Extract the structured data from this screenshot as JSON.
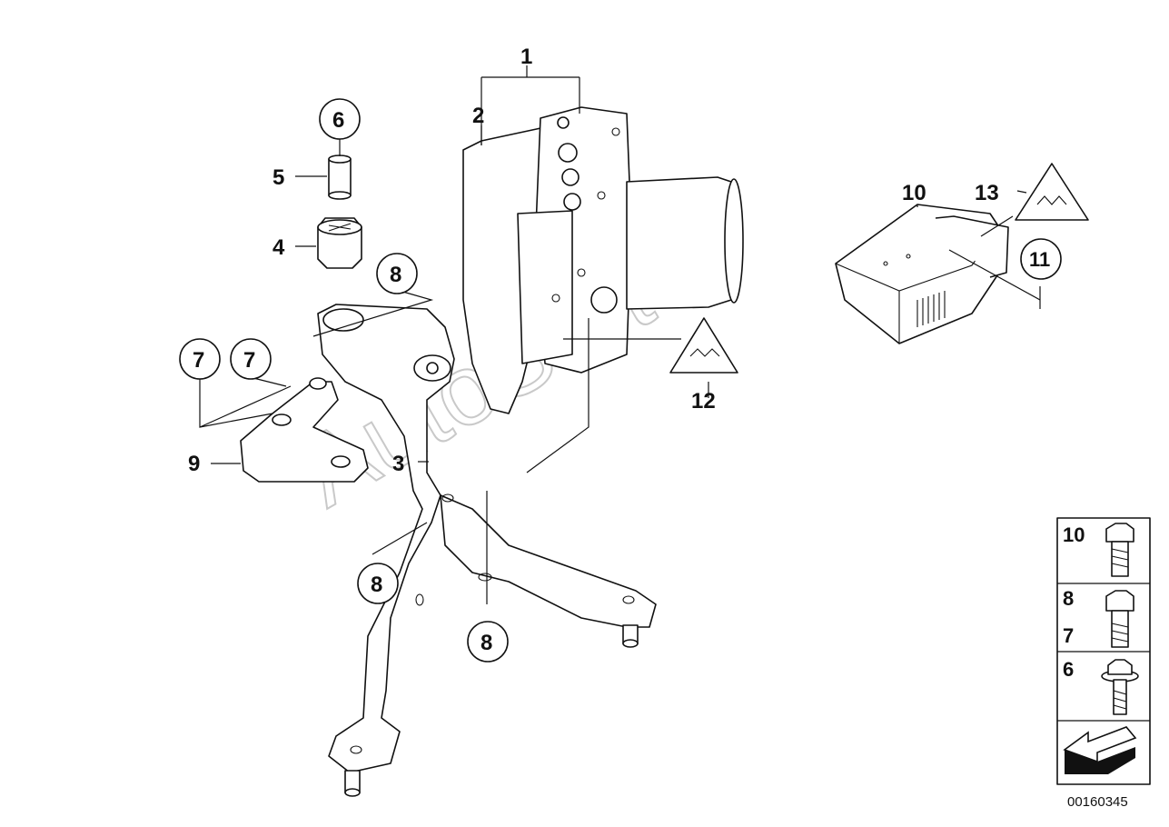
{
  "watermark": "AutoSoft",
  "diagram_code": "00160345",
  "callouts": {
    "c1": "1",
    "c2": "2",
    "c3": "3",
    "c4": "4",
    "c5": "5",
    "c6": "6",
    "c7a": "7",
    "c7b": "7",
    "c8a": "8",
    "c8b": "8",
    "c8c": "8",
    "c9": "9",
    "c10": "10",
    "c11": "11",
    "c12": "12",
    "c13": "13"
  },
  "fastener_table": {
    "row1_label": "10",
    "row2_label_a": "8",
    "row2_label_b": "7",
    "row3_label": "6"
  },
  "colors": {
    "line": "#111111",
    "watermark": "#c9c9c9",
    "background": "#ffffff"
  }
}
